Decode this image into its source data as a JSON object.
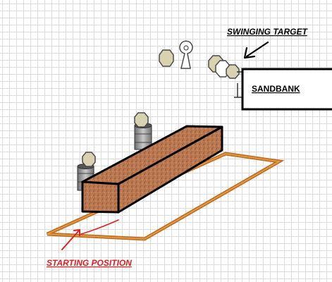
{
  "labels": {
    "swinging_target": "SWINGING TARGET",
    "sandbank": "SANDBANK",
    "starting_position": "STARTING POSITION"
  },
  "colors": {
    "grid": "#dcdcdc",
    "target_plate": "#d9d2b0",
    "target_outline": "#4a4a4a",
    "barrel": "#a8a8a8",
    "barrel_dark": "#6e6e6e",
    "log_fill": "#b5754e",
    "log_outline": "#000000",
    "floor_frame": "#c07020",
    "annotation_red": "#e02020",
    "sandbank_fill": "#ffffff"
  },
  "icons": {
    "plate_target": "octagon-steel-plate",
    "keyhole_target": "keyhole-steel-target",
    "barrel": "barrel-stand",
    "arrow": "pointer-arrow"
  }
}
